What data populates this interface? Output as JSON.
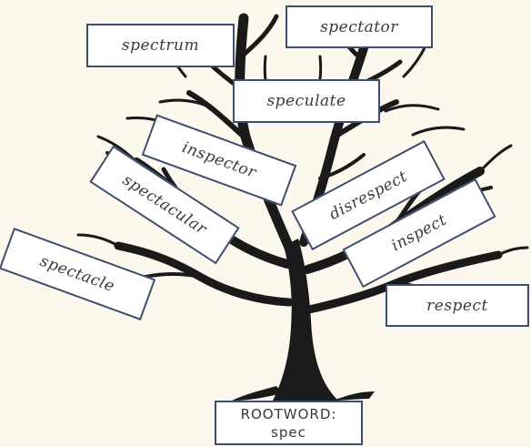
{
  "diagram": {
    "words": [
      "spectrum",
      "spectator",
      "speculate",
      "inspector",
      "spectacular",
      "disrespect",
      "inspect",
      "spectacle",
      "respect"
    ],
    "root": {
      "label": "ROOTWORD:",
      "value": "spec"
    }
  },
  "colors": {
    "background": "#fcf8ee",
    "card_border": "#3e4f6d",
    "tree": "#1a1a1a"
  }
}
